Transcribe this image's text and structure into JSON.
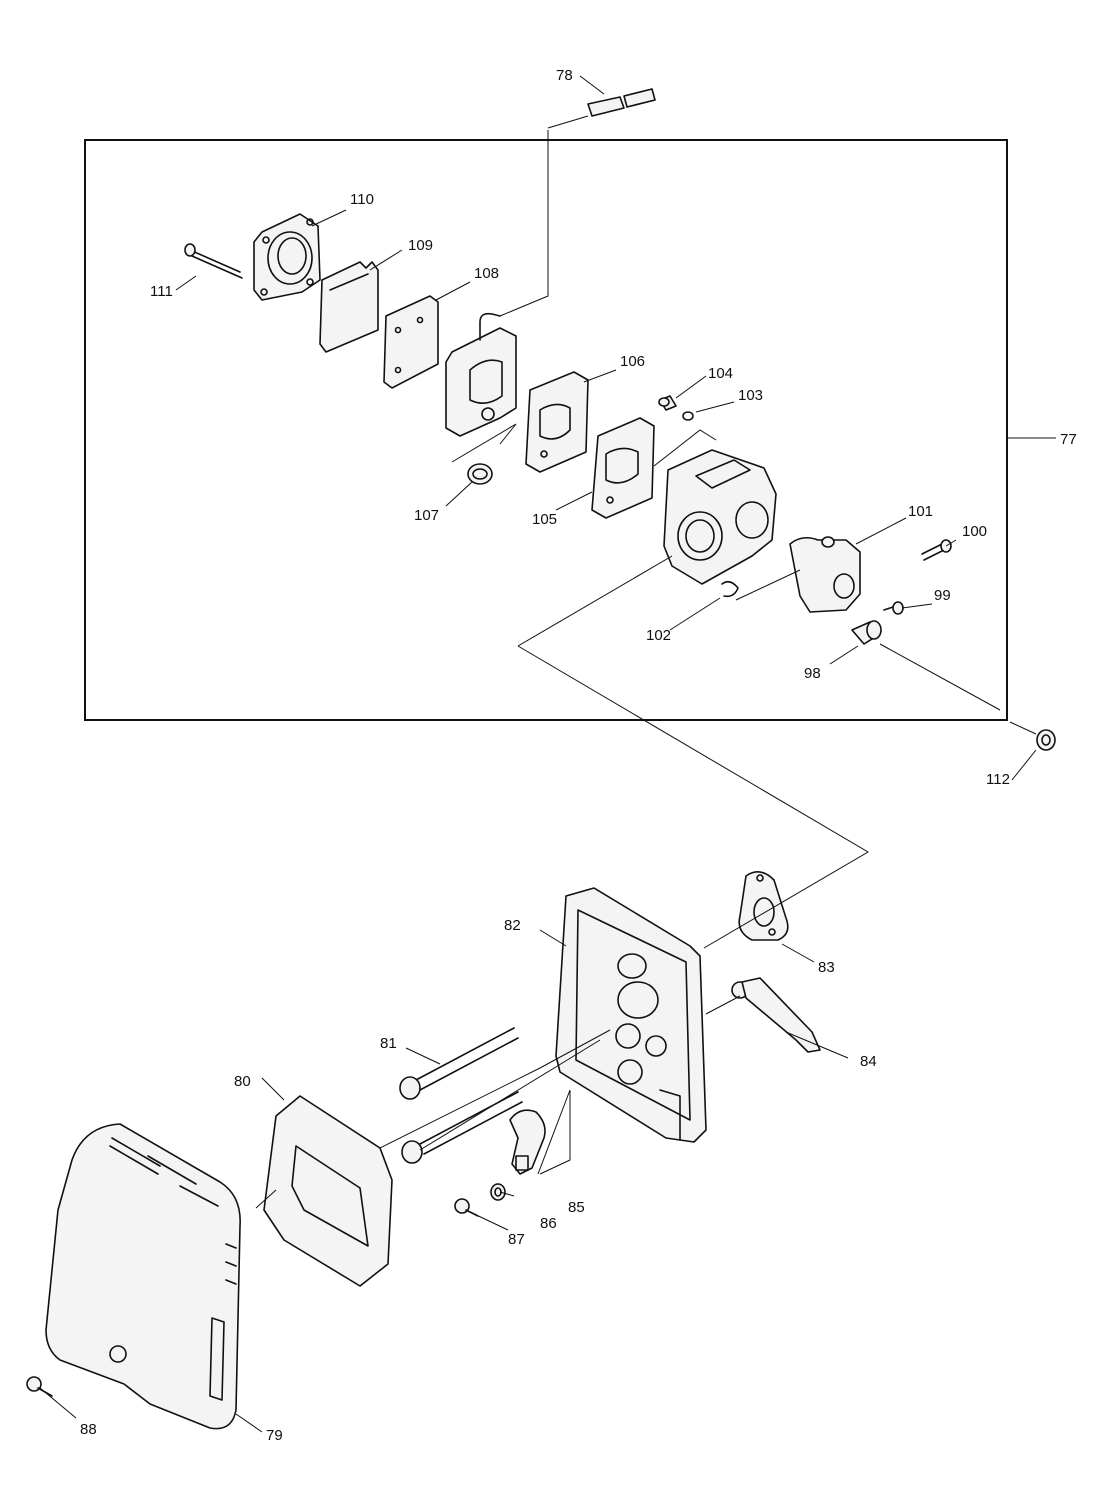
{
  "diagram": {
    "callouts": [
      {
        "id": "78",
        "label": "78"
      },
      {
        "id": "77",
        "label": "77"
      },
      {
        "id": "110",
        "label": "110"
      },
      {
        "id": "111",
        "label": "111"
      },
      {
        "id": "109",
        "label": "109"
      },
      {
        "id": "108",
        "label": "108"
      },
      {
        "id": "106",
        "label": "106"
      },
      {
        "id": "104",
        "label": "104"
      },
      {
        "id": "103",
        "label": "103"
      },
      {
        "id": "107",
        "label": "107"
      },
      {
        "id": "105",
        "label": "105"
      },
      {
        "id": "101",
        "label": "101"
      },
      {
        "id": "100",
        "label": "100"
      },
      {
        "id": "99",
        "label": "99"
      },
      {
        "id": "102",
        "label": "102"
      },
      {
        "id": "98",
        "label": "98"
      },
      {
        "id": "112",
        "label": "112"
      },
      {
        "id": "82",
        "label": "82"
      },
      {
        "id": "83",
        "label": "83"
      },
      {
        "id": "81",
        "label": "81"
      },
      {
        "id": "84",
        "label": "84"
      },
      {
        "id": "80",
        "label": "80"
      },
      {
        "id": "85",
        "label": "85"
      },
      {
        "id": "86",
        "label": "86"
      },
      {
        "id": "87",
        "label": "87"
      },
      {
        "id": "88",
        "label": "88"
      },
      {
        "id": "79",
        "label": "79"
      }
    ]
  }
}
